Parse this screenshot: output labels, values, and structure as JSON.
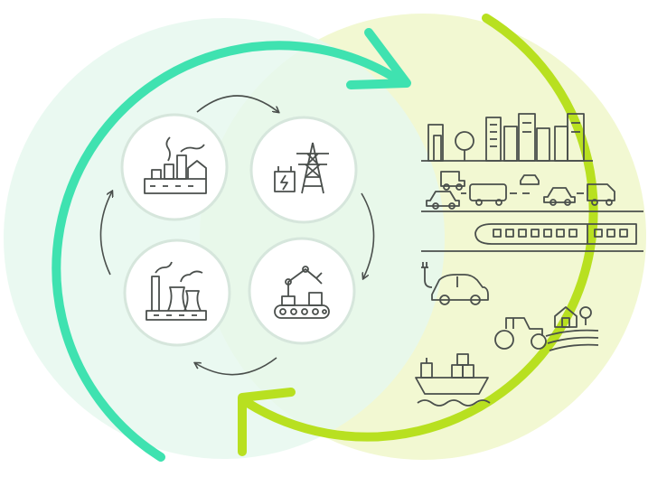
{
  "colors": {
    "left_ring": "#3fe2b0",
    "right_ring": "#b8e020",
    "left_fill": "#e6f8ef",
    "right_fill": "#f2f8d2",
    "overlap_fill": "#eef7e0",
    "icon_stroke": "#4a4f4c",
    "circle_border": "#d6e6dc",
    "circle_fill": "#ffffff"
  },
  "diagram": {
    "cycle_nodes": [
      {
        "id": "factory",
        "icon": "factory-icon"
      },
      {
        "id": "power",
        "icon": "power-tower-icon"
      },
      {
        "id": "robot",
        "icon": "robot-arm-conveyor-icon"
      },
      {
        "id": "plant",
        "icon": "power-plant-icon"
      }
    ],
    "applications": [
      {
        "id": "city",
        "icon": "city-skyline-icon"
      },
      {
        "id": "road",
        "icon": "road-vehicles-icon"
      },
      {
        "id": "train",
        "icon": "train-icon"
      },
      {
        "id": "ev",
        "icon": "electric-car-icon"
      },
      {
        "id": "farm",
        "icon": "tractor-farm-icon"
      },
      {
        "id": "ship",
        "icon": "cargo-ship-icon"
      }
    ]
  }
}
